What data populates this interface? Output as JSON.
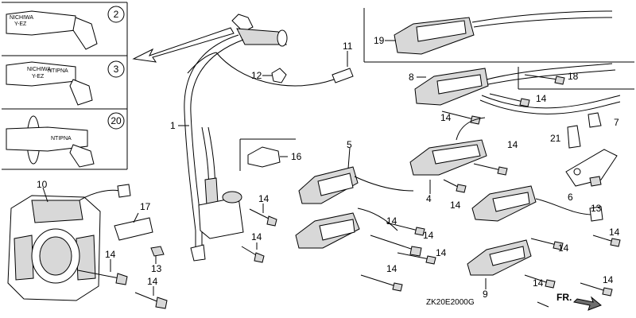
{
  "diagram": {
    "code": "ZK20E2000G",
    "direction_label": "FR.",
    "cap_brand": "NICHIWA",
    "cap_model": "Y-EZ",
    "cap_brand_small": "NTIPNA",
    "circled_refs": [
      "2",
      "3",
      "20"
    ],
    "labels": {
      "p1": "1",
      "p4": "4",
      "p5": "5",
      "p6": "6",
      "p7": "7",
      "p8": "8",
      "p9": "9",
      "p10": "10",
      "p11": "11",
      "p12": "12",
      "p13a": "13",
      "p13b": "13",
      "p16": "16",
      "p17": "17",
      "p18": "18",
      "p19": "19",
      "p21": "21",
      "p14": "14"
    }
  }
}
